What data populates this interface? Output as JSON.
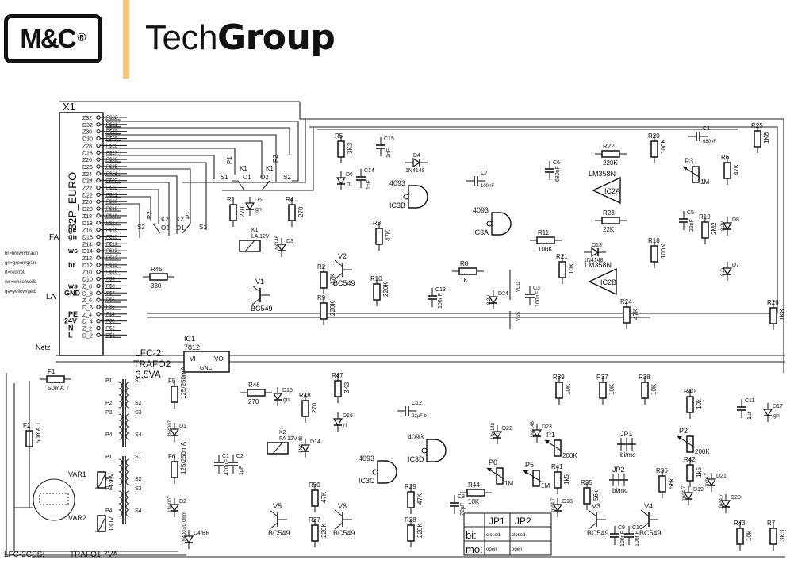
{
  "header": {
    "logo": "M&C",
    "logo_reg": "®",
    "brand_light": "Tech",
    "brand_bold": "Group",
    "divider_color": "#f9c677"
  },
  "connector": {
    "ref": "X1",
    "type": "32P_EURO",
    "pins": [
      {
        "pin": "Z32",
        "ps": "P$32",
        "label": ""
      },
      {
        "pin": "D32",
        "ps": "P$31",
        "label": ""
      },
      {
        "pin": "Z30",
        "ps": "P$30",
        "label": ""
      },
      {
        "pin": "D30",
        "ps": "P$29",
        "label": ""
      },
      {
        "pin": "Z28",
        "ps": "P$28",
        "label": ""
      },
      {
        "pin": "D28",
        "ps": "P$27",
        "label": ""
      },
      {
        "pin": "Z26",
        "ps": "P$26",
        "label": ""
      },
      {
        "pin": "D26",
        "ps": "P$25",
        "label": ""
      },
      {
        "pin": "Z24",
        "ps": "P$24",
        "label": ""
      },
      {
        "pin": "D24",
        "ps": "P$23",
        "label": ""
      },
      {
        "pin": "Z22",
        "ps": "P$22",
        "label": ""
      },
      {
        "pin": "D22",
        "ps": "P$21",
        "label": ""
      },
      {
        "pin": "Z20",
        "ps": "P$20",
        "label": ""
      },
      {
        "pin": "D20",
        "ps": "P$19",
        "label": ""
      },
      {
        "pin": "Z18",
        "ps": "P$18",
        "label": ""
      },
      {
        "pin": "D18",
        "ps": "P$17",
        "label": ""
      },
      {
        "pin": "Z16",
        "ps": "P$16",
        "label": "ge"
      },
      {
        "pin": "D16",
        "ps": "P$15",
        "label": "gn"
      },
      {
        "pin": "Z14",
        "ps": "P$14",
        "label": ""
      },
      {
        "pin": "D14",
        "ps": "P$13",
        "label": "ws"
      },
      {
        "pin": "Z12",
        "ps": "P$12",
        "label": ""
      },
      {
        "pin": "D12",
        "ps": "P$11",
        "label": "br"
      },
      {
        "pin": "Z10",
        "ps": "P$10",
        "label": ""
      },
      {
        "pin": "D10",
        "ps": "P$9",
        "label": ""
      },
      {
        "pin": "Z_8",
        "ps": "P$8",
        "label": "ws"
      },
      {
        "pin": "D_8",
        "ps": "P$7",
        "label": "GND"
      },
      {
        "pin": "Z_6",
        "ps": "P$6",
        "label": ""
      },
      {
        "pin": "D_6",
        "ps": "P$5",
        "label": ""
      },
      {
        "pin": "Z_4",
        "ps": "P$4",
        "label": "PE"
      },
      {
        "pin": "D_4",
        "ps": "P$3",
        "label": "24V"
      },
      {
        "pin": "Z_2",
        "ps": "P$2",
        "label": "N"
      },
      {
        "pin": "D_2",
        "ps": "P$1",
        "label": "L"
      }
    ],
    "groups": {
      "fa": "FA",
      "la": "LA",
      "netz": "Netz"
    }
  },
  "color_legend": [
    "br=brown/braun",
    "gn=green/grün",
    "rt=red/rot",
    "ws=white/weiß",
    "ge=yellow/gelb"
  ],
  "contacts": {
    "k1": {
      "p1": "P1",
      "k1a": "K1",
      "o1": "O1",
      "k1b": "K1",
      "p2": "P2",
      "o2": "O2",
      "s1": "S1",
      "s2": "S2"
    },
    "k2": {
      "p2": "P2",
      "k2a": "K2",
      "o2": "O2",
      "k2b": "K2",
      "p1": "P1",
      "o1": "O1",
      "s2": "S2",
      "s1": "S1"
    }
  },
  "components": {
    "R1": {
      "ref": "R1",
      "val": "270"
    },
    "R4": {
      "ref": "R4",
      "val": "270"
    },
    "D5": {
      "ref": "D5",
      "val": "gn"
    },
    "K1": {
      "ref": "K1",
      "val": "LA 12V"
    },
    "D3": {
      "ref": "D3",
      "val": "1N4148"
    },
    "R45": {
      "ref": "R45",
      "val": "330"
    },
    "V1": {
      "ref": "V1",
      "val": "BC549"
    },
    "R2": {
      "ref": "R2",
      "val": "47K"
    },
    "R9": {
      "ref": "R9",
      "val": "220K"
    },
    "V2": {
      "ref": "V2",
      "val": "BC549"
    },
    "R10": {
      "ref": "R10",
      "val": "220K"
    },
    "R3": {
      "ref": "R3",
      "val": "47K"
    },
    "R5": {
      "ref": "R5",
      "val": "3K3"
    },
    "D6": {
      "ref": "D6",
      "val": "rt"
    },
    "C15": {
      "ref": "C15",
      "val": "1nF"
    },
    "C14": {
      "ref": "C14",
      "val": "1nF"
    },
    "S1": {
      "ref": "S1",
      "val": ""
    },
    "D4": {
      "ref": "D4",
      "val": "1N4148"
    },
    "C7": {
      "ref": "C7",
      "val": "100nF"
    },
    "IC3B": {
      "ref": "IC3B",
      "val": "4093"
    },
    "IC3A": {
      "ref": "IC3A",
      "val": "4093"
    },
    "R11": {
      "ref": "R11",
      "val": "100K"
    },
    "C6": {
      "ref": "C6",
      "val": "680nF"
    },
    "R8": {
      "ref": "R8",
      "val": "1K"
    },
    "C13": {
      "ref": "C13",
      "val": "100nF"
    },
    "D24": {
      "ref": "D24",
      "val": "8,2V"
    },
    "IC3P": {
      "ref": "IC3P",
      "val": "",
      "vdd": "VDD",
      "vss": "VSS"
    },
    "C3": {
      "ref": "C3",
      "val": "100nF"
    },
    "R22": {
      "ref": "R22",
      "val": "220K"
    },
    "R23": {
      "ref": "R23",
      "val": "22K"
    },
    "IC2A": {
      "ref": "IC2A",
      "val": "LM358N"
    },
    "IC2B": {
      "ref": "IC2B",
      "val": "LM358N"
    },
    "R20": {
      "ref": "R20",
      "val": "100K"
    },
    "R18": {
      "ref": "R18",
      "val": "100K"
    },
    "C5": {
      "ref": "C5",
      "val": "22nF"
    },
    "C4": {
      "ref": "C4",
      "val": "680nF"
    },
    "P3": {
      "ref": "P3",
      "val": "1M"
    },
    "R6": {
      "ref": "R6",
      "val": "47K"
    },
    "R19": {
      "ref": "R19",
      "val": "2M2"
    },
    "D8": {
      "ref": "D8",
      "val": "8,2V"
    },
    "D7": {
      "ref": "D7",
      "val": "8,2V"
    },
    "R25": {
      "ref": "R25",
      "val": "1K8"
    },
    "R26": {
      "ref": "R26",
      "val": "1K8"
    },
    "D13": {
      "ref": "D13",
      "val": "1N4148"
    },
    "R21": {
      "ref": "R21",
      "val": "10K"
    },
    "R24": {
      "ref": "R24",
      "val": "47K"
    },
    "IC1": {
      "ref": "IC1",
      "val": "7812",
      "vi": "VI",
      "vo": "VO",
      "gnd": "GNC"
    },
    "F1": {
      "ref": "F1",
      "val": "50mA T"
    },
    "F2": {
      "ref": "F2",
      "val": "50mA T"
    },
    "F5": {
      "ref": "F5",
      "val": "125/250mA"
    },
    "F6": {
      "ref": "F6",
      "val": "125/250mA"
    },
    "D1": {
      "ref": "D1",
      "val": "1N4007"
    },
    "D2": {
      "ref": "D2",
      "val": "1N4007"
    },
    "D4BR": {
      "ref": "D4/BR",
      "val": "1N4007/0 Ohm"
    },
    "VAR1": {
      "ref": "VAR1",
      "val": "130V"
    },
    "VAR2": {
      "ref": "VAR2",
      "val": "130V"
    },
    "C1": {
      "ref": "C1",
      "val": "470µF"
    },
    "C2": {
      "ref": "C2",
      "val": "1µF"
    },
    "R46": {
      "ref": "R46",
      "val": "270"
    },
    "D15": {
      "ref": "D15",
      "val": "gn"
    },
    "R48": {
      "ref": "R48",
      "val": "270"
    },
    "K2": {
      "ref": "K2",
      "val": "FA 12V"
    },
    "D14": {
      "ref": "D14",
      "val": "1N4148"
    },
    "R47": {
      "ref": "R47",
      "val": "3K3"
    },
    "D16": {
      "ref": "D16",
      "val": "rt"
    },
    "R50": {
      "ref": "R50",
      "val": "47K"
    },
    "R27": {
      "ref": "R27",
      "val": "220K"
    },
    "V5": {
      "ref": "V5",
      "val": "BC549"
    },
    "V6": {
      "ref": "V6",
      "val": "BC549"
    },
    "C12": {
      "ref": "C12",
      "val": "22µF b"
    },
    "IC3C": {
      "ref": "IC3C",
      "val": "4093"
    },
    "IC3D": {
      "ref": "IC3D",
      "val": "4093"
    },
    "R29": {
      "ref": "R29",
      "val": "47K"
    },
    "R28": {
      "ref": "R28",
      "val": "220K"
    },
    "C8": {
      "ref": "C8",
      "val": "22µF"
    },
    "R44": {
      "ref": "R44",
      "val": "10K"
    },
    "P6": {
      "ref": "P6",
      "val": "1M"
    },
    "P5": {
      "ref": "P5",
      "val": "1M"
    },
    "D22": {
      "ref": "D22",
      "val": "1N4148"
    },
    "D23": {
      "ref": "D23",
      "val": "1N4148"
    },
    "R39": {
      "ref": "R39",
      "val": "10K"
    },
    "P1": {
      "ref": "P1",
      "val": "200K"
    },
    "R41": {
      "ref": "R41",
      "val": "1k5"
    },
    "D18": {
      "ref": "D18",
      "val": "zpd4,7"
    },
    "R37": {
      "ref": "R37",
      "val": "10K"
    },
    "R38": {
      "ref": "R38",
      "val": "10K"
    },
    "JP1": {
      "ref": "JP1",
      "val": "bi/mo"
    },
    "JP2": {
      "ref": "JP2",
      "val": "bi/mo"
    },
    "R35": {
      "ref": "R35",
      "val": "56k"
    },
    "R36": {
      "ref": "R36",
      "val": "56k"
    },
    "V3": {
      "ref": "V3",
      "val": "BC549"
    },
    "V4": {
      "ref": "V4",
      "val": "BC549"
    },
    "C9": {
      "ref": "C9",
      "val": "100nF"
    },
    "C10": {
      "ref": "C10",
      "val": "100nF"
    },
    "R40": {
      "ref": "R40",
      "val": "10k"
    },
    "P2": {
      "ref": "P2",
      "val": "200K"
    },
    "R42": {
      "ref": "R42",
      "val": "1k5"
    },
    "D19": {
      "ref": "D19",
      "val": "zpd4,7"
    },
    "D21": {
      "ref": "D21",
      "val": "zpd4,7"
    },
    "D20": {
      "ref": "D20",
      "val": "zpd4,7"
    },
    "C11": {
      "ref": "C11",
      "val": "1µf"
    },
    "D17": {
      "ref": "D17",
      "val": "gn"
    },
    "R43": {
      "ref": "R43",
      "val": "10k"
    },
    "R7": {
      "ref": "R7",
      "val": "3K3"
    }
  },
  "transformers": {
    "title_lfc2": "LFC-2:",
    "trafo2": "TRAFO2",
    "trafo2_va": "3,5VA",
    "title_lfc2css": "LFC-2CSS:",
    "trafo1": "TRAFO1 7VA",
    "prim": [
      "P1",
      "P2",
      "P3",
      "P4"
    ],
    "sec": [
      "S1",
      "S2",
      "S3",
      "S4"
    ]
  },
  "jumper_table": {
    "headers": [
      "",
      "JP1",
      "JP2"
    ],
    "rows": [
      {
        "mode": "bi:",
        "jp1": "closed",
        "jp2": "closed"
      },
      {
        "mode": "mo:",
        "jp1": "open",
        "jp2": "open"
      }
    ]
  }
}
